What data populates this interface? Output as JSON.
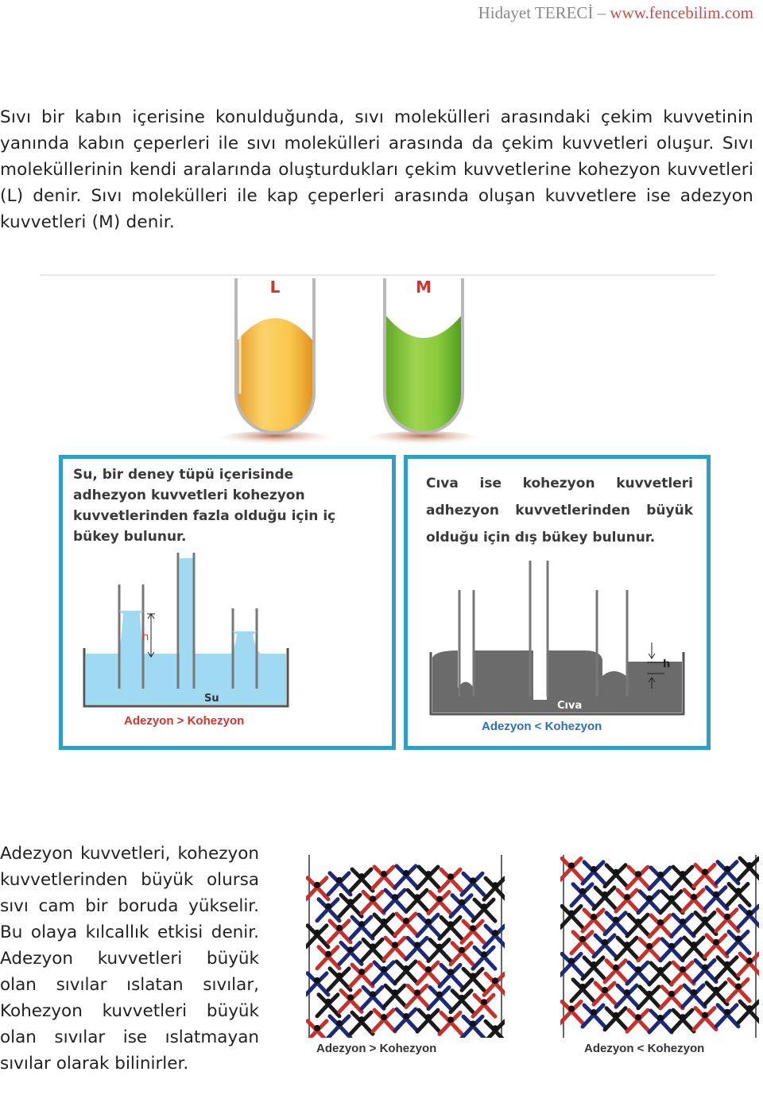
{
  "header": {
    "author": "Hidayet TERECİ –",
    "site": "www.fencebilim.com"
  },
  "intro": "Sıvı bir kabın içerisine konulduğunda, sıvı molekülleri arasındaki çekim kuvvetinin yanında kabın çeperleri ile sıvı molekülleri arasında da çekim kuvvetleri oluşur. Sıvı moleküllerinin kendi aralarında oluşturdukları çekim kuvvetlerine kohezyon kuvvetleri (L) denir. Sıvı molekülleri ile kap çeperleri arasında oluşan kuvvetlere ise adezyon kuvvetleri (M) denir.",
  "tubes": {
    "left_label": "L",
    "right_label": "M"
  },
  "panel_left": {
    "caption": "Su, bir deney tüpü içerisinde adhezyon kuvvetleri kohezyon kuvvetlerinden fazla olduğu için iç bükey bulunur.",
    "h_label": "h",
    "liquid_label": "Su",
    "relation": "Adezyon > Kohezyon"
  },
  "panel_right": {
    "caption": "Cıva ise kohezyon kuvvetleri adhezyon kuvvetlerinden büyük olduğu için dış bükey bulunur.",
    "h_label": "h",
    "liquid_label": "Cıva",
    "relation": "Adezyon < Kohezyon"
  },
  "side_text": "Adezyon kuvvetleri, kohezyon kuvvetlerinden büyük olursa sıvı cam bir boruda yükselir. Bu olaya kılcallık etkisi denir. Adezyon kuvvetleri büyük olan sıvılar ıslatan sıvılar, Kohezyon kuvvetleri büyük olan sıvılar ise ıslatmayan sıvılar olarak bilinirler.",
  "people_left": {
    "relation": "Adezyon > Kohezyon"
  },
  "people_right": {
    "relation": "Adezyon < Kohezyon"
  },
  "colors": {
    "water": "#9fd9f2",
    "mercury": "#6b6b6b",
    "frame": "#2f9fc3",
    "red_text": "#d2342d",
    "blue_text": "#2b5db5",
    "tube_yellow": "#f7c64a",
    "tube_green": "#86c83b"
  }
}
